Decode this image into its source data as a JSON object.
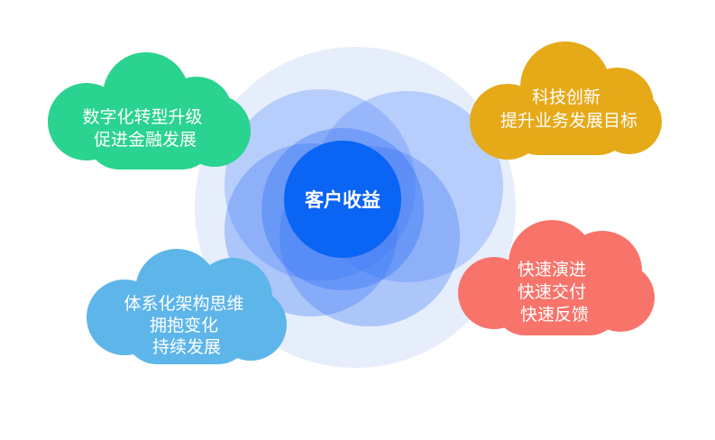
{
  "center": {
    "label": "客户收益"
  },
  "clouds": [
    {
      "id": "digital",
      "color": "#2ad38f",
      "lines": [
        "数字化转型升级",
        "促进金融发展"
      ]
    },
    {
      "id": "tech",
      "color": "#e6a918",
      "lines": [
        "科技创新",
        "提升业务发展目标"
      ]
    },
    {
      "id": "architecture",
      "color": "#5db5ea",
      "lines": [
        "体系化架构思维",
        "拥抱变化",
        "持续发展"
      ]
    },
    {
      "id": "speed",
      "color": "#f8736a",
      "lines": [
        "快速演进",
        "快速交付",
        "快速反馈"
      ]
    }
  ],
  "colors": {
    "halo": "#e6eefc",
    "ring": "#b4ccfb",
    "core": "#0a64f4"
  }
}
